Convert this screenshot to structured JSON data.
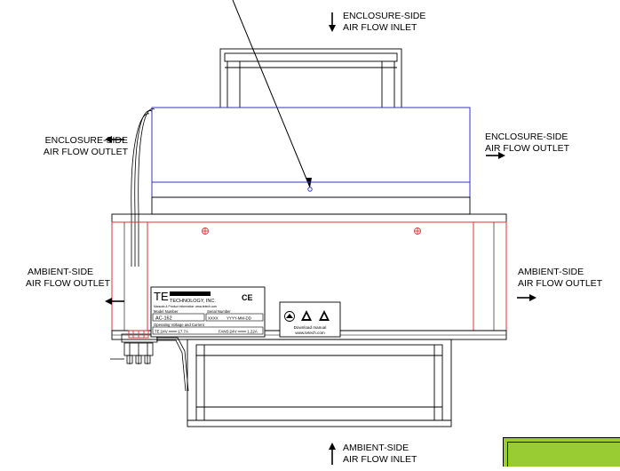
{
  "labels": {
    "enclosure_inlet": {
      "line1": "ENCLOSURE-SIDE",
      "line2": "AIR FLOW INLET"
    },
    "enclosure_outlet_left": {
      "line1": "ENCLOSURE-SIDE",
      "line2": "AIR FLOW OUTLET"
    },
    "enclosure_outlet_right": {
      "line1": "ENCLOSURE-SIDE",
      "line2": "AIR FLOW OUTLET"
    },
    "ambient_outlet_left": {
      "line1": "AMBIENT-SIDE",
      "line2": "AIR FLOW OUTLET"
    },
    "ambient_outlet_right": {
      "line1": "AMBIENT-SIDE",
      "line2": "AIR FLOW OUTLET"
    },
    "ambient_inlet": {
      "line1": "AMBIENT-SIDE",
      "line2": "AIR FLOW INLET"
    }
  },
  "nameplate": {
    "brand": "TE",
    "brand_sub": "TECHNOLOGY, INC.",
    "ce_mark": "CE",
    "tagline": "Manuals & Product Information: www.tetech.com",
    "model_header": "Model Number",
    "model_value": "AC-162",
    "serial_header": "Serial Number",
    "serial_value_a": "XXXX",
    "serial_value_b": "YYYY-MM-DD",
    "voltage_header": "Operating Voltage and Current",
    "voltage_value": "TE:24V ═══ 17.7A",
    "fan_value": "FANS:24V ═══ 1.22A"
  },
  "manual_label": {
    "line1": "Download manual",
    "line2": "www.tetech.com"
  },
  "colors": {
    "enclosure_outline": "#3333cc",
    "ambient_outline": "#e03030",
    "drawing_line": "#000000",
    "badge": "#99cc33"
  }
}
